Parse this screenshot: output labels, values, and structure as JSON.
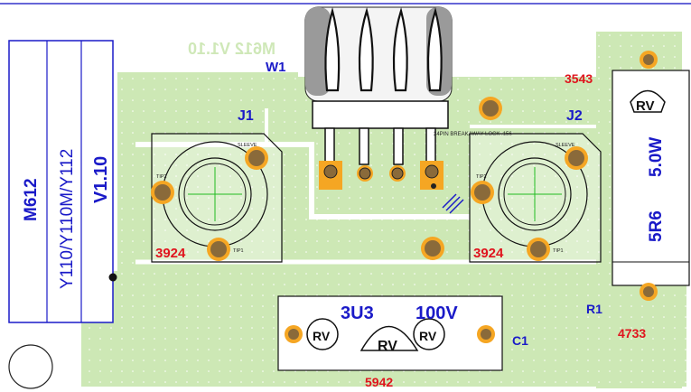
{
  "board": {
    "model": "M612",
    "variants": "Y110/Y110M/Y112",
    "version": "V1.10",
    "mirror_text": "M612  V1.10",
    "header_label": "W1",
    "header_note": "24PIN BREAKAWAY LOCK .156"
  },
  "jacks": [
    {
      "ref": "J1",
      "part": "3924",
      "tip2": "TIP2",
      "sleeve": "SLEEVE",
      "tip1": "TIP1"
    },
    {
      "ref": "J2",
      "part": "3924",
      "tip2": "TIP2",
      "sleeve": "SLEEVE",
      "tip1": "TIP1"
    }
  ],
  "resistor": {
    "ref": "R1",
    "value": "5R6",
    "power": "5.0W",
    "part_top": "3543",
    "part_bottom": "4733",
    "symbol": "RV"
  },
  "capacitor": {
    "ref": "C1",
    "value": "3U3",
    "voltage": "100V",
    "part": "5942",
    "symbol": "RV"
  },
  "colors": {
    "board": "#cde8b5",
    "trace": "#e6f4d8",
    "pad": "#f5a623",
    "label_blue": "#1a1ac8",
    "label_red": "#e0141e",
    "border": "#3333cc"
  }
}
